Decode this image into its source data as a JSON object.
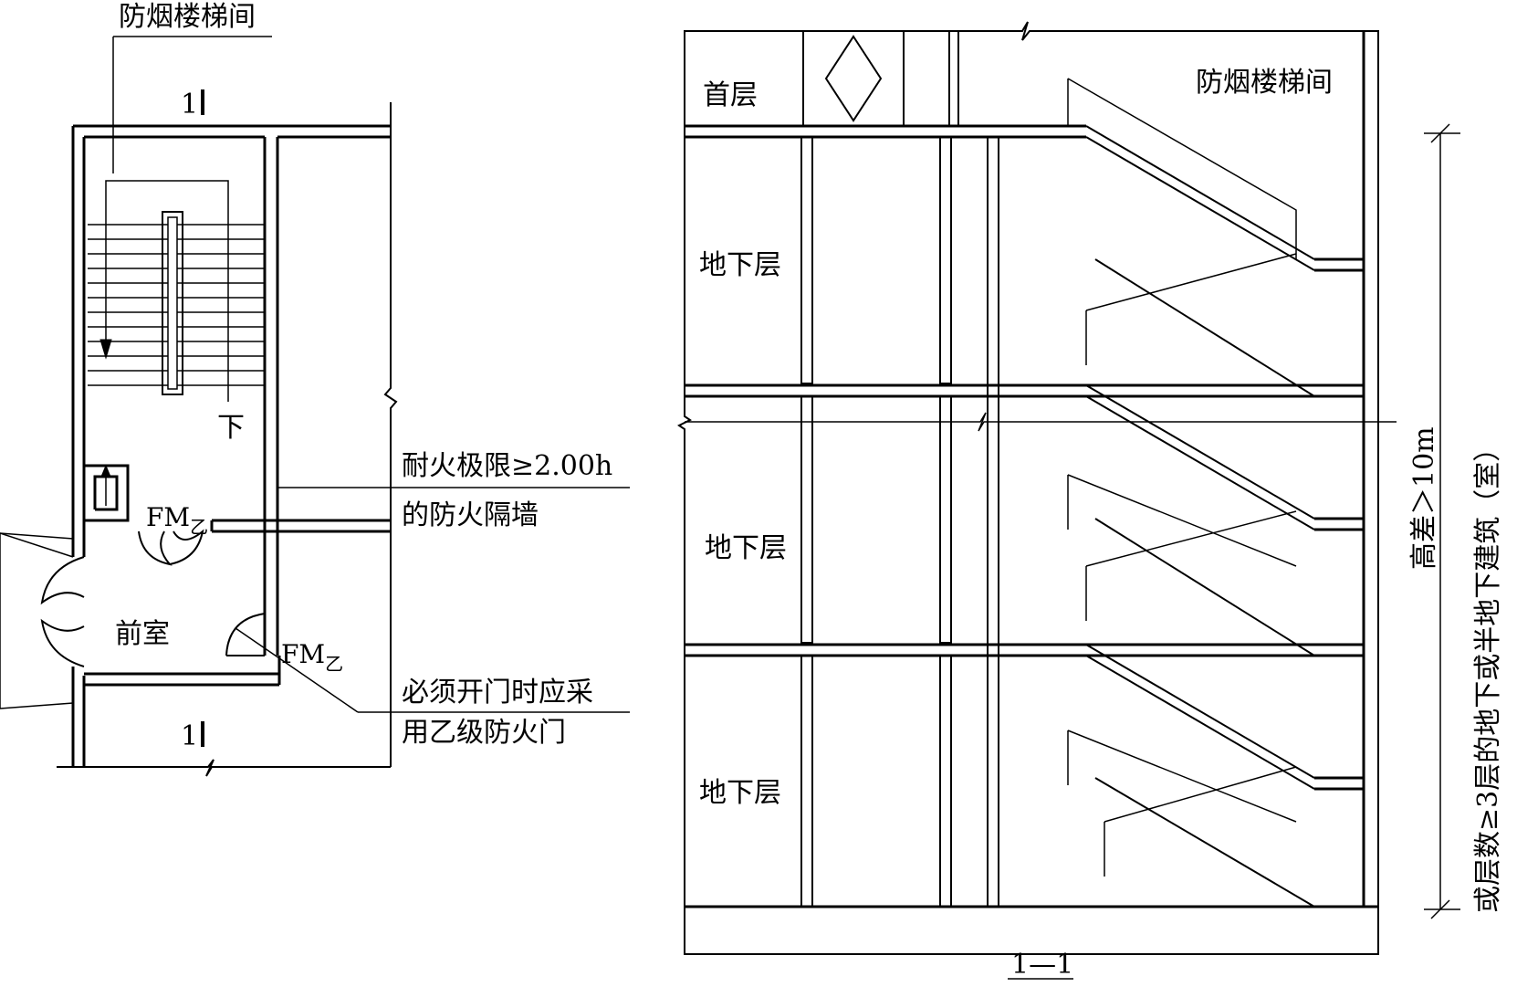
{
  "plan": {
    "title": "防烟楼梯间",
    "down_label": "下",
    "door_label": "FM",
    "door_grade": "乙",
    "anteroom_label": "前室",
    "section_mark": "1",
    "note_wall_line1": "耐火极限≥2.00h",
    "note_wall_line2": "的防火隔墙",
    "note_door_line1": "必须开门时应采",
    "note_door_line2": "用乙级防火门"
  },
  "section": {
    "ground_floor_label": "首层",
    "stair_title": "防烟楼梯间",
    "basement_labels": [
      "地下层",
      "地下层",
      "地下层"
    ],
    "caption": "1—1",
    "dim_line1": "高差＞10m",
    "dim_line2": "或层数≥3层的地下或半地下建筑（室）"
  }
}
